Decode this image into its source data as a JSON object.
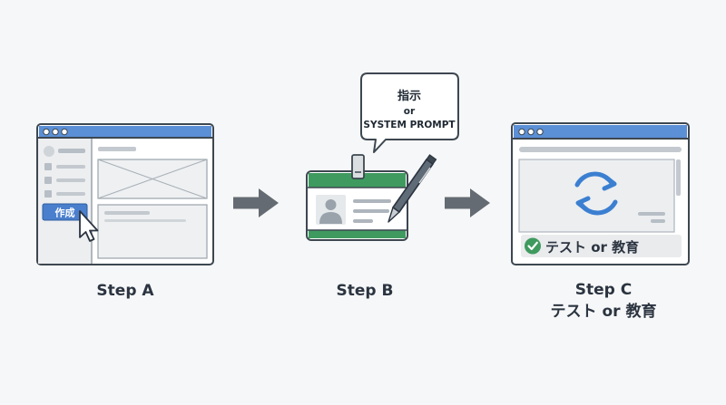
{
  "step_a": {
    "label": "Step A",
    "create_button_label": "作成"
  },
  "step_b": {
    "label": "Step B",
    "bubble_line1": "指示",
    "bubble_line2": "or",
    "bubble_line3": "SYSTEM PROMPT"
  },
  "step_c": {
    "label": "Step C",
    "sublabel": "テスト or 教育",
    "result_text": "テスト or 教育"
  },
  "colors": {
    "window_bar": "#5b8fd6",
    "badge_green": "#3f9a5f",
    "check_green": "#3f9a5f",
    "arrow_gray": "#646b72",
    "outline": "#3d4750",
    "refresh_blue": "#3b7fd1"
  },
  "icons": [
    "cursor-icon",
    "id-badge-icon",
    "pen-icon",
    "refresh-icon",
    "check-circle-icon",
    "arrow-right-icon"
  ]
}
